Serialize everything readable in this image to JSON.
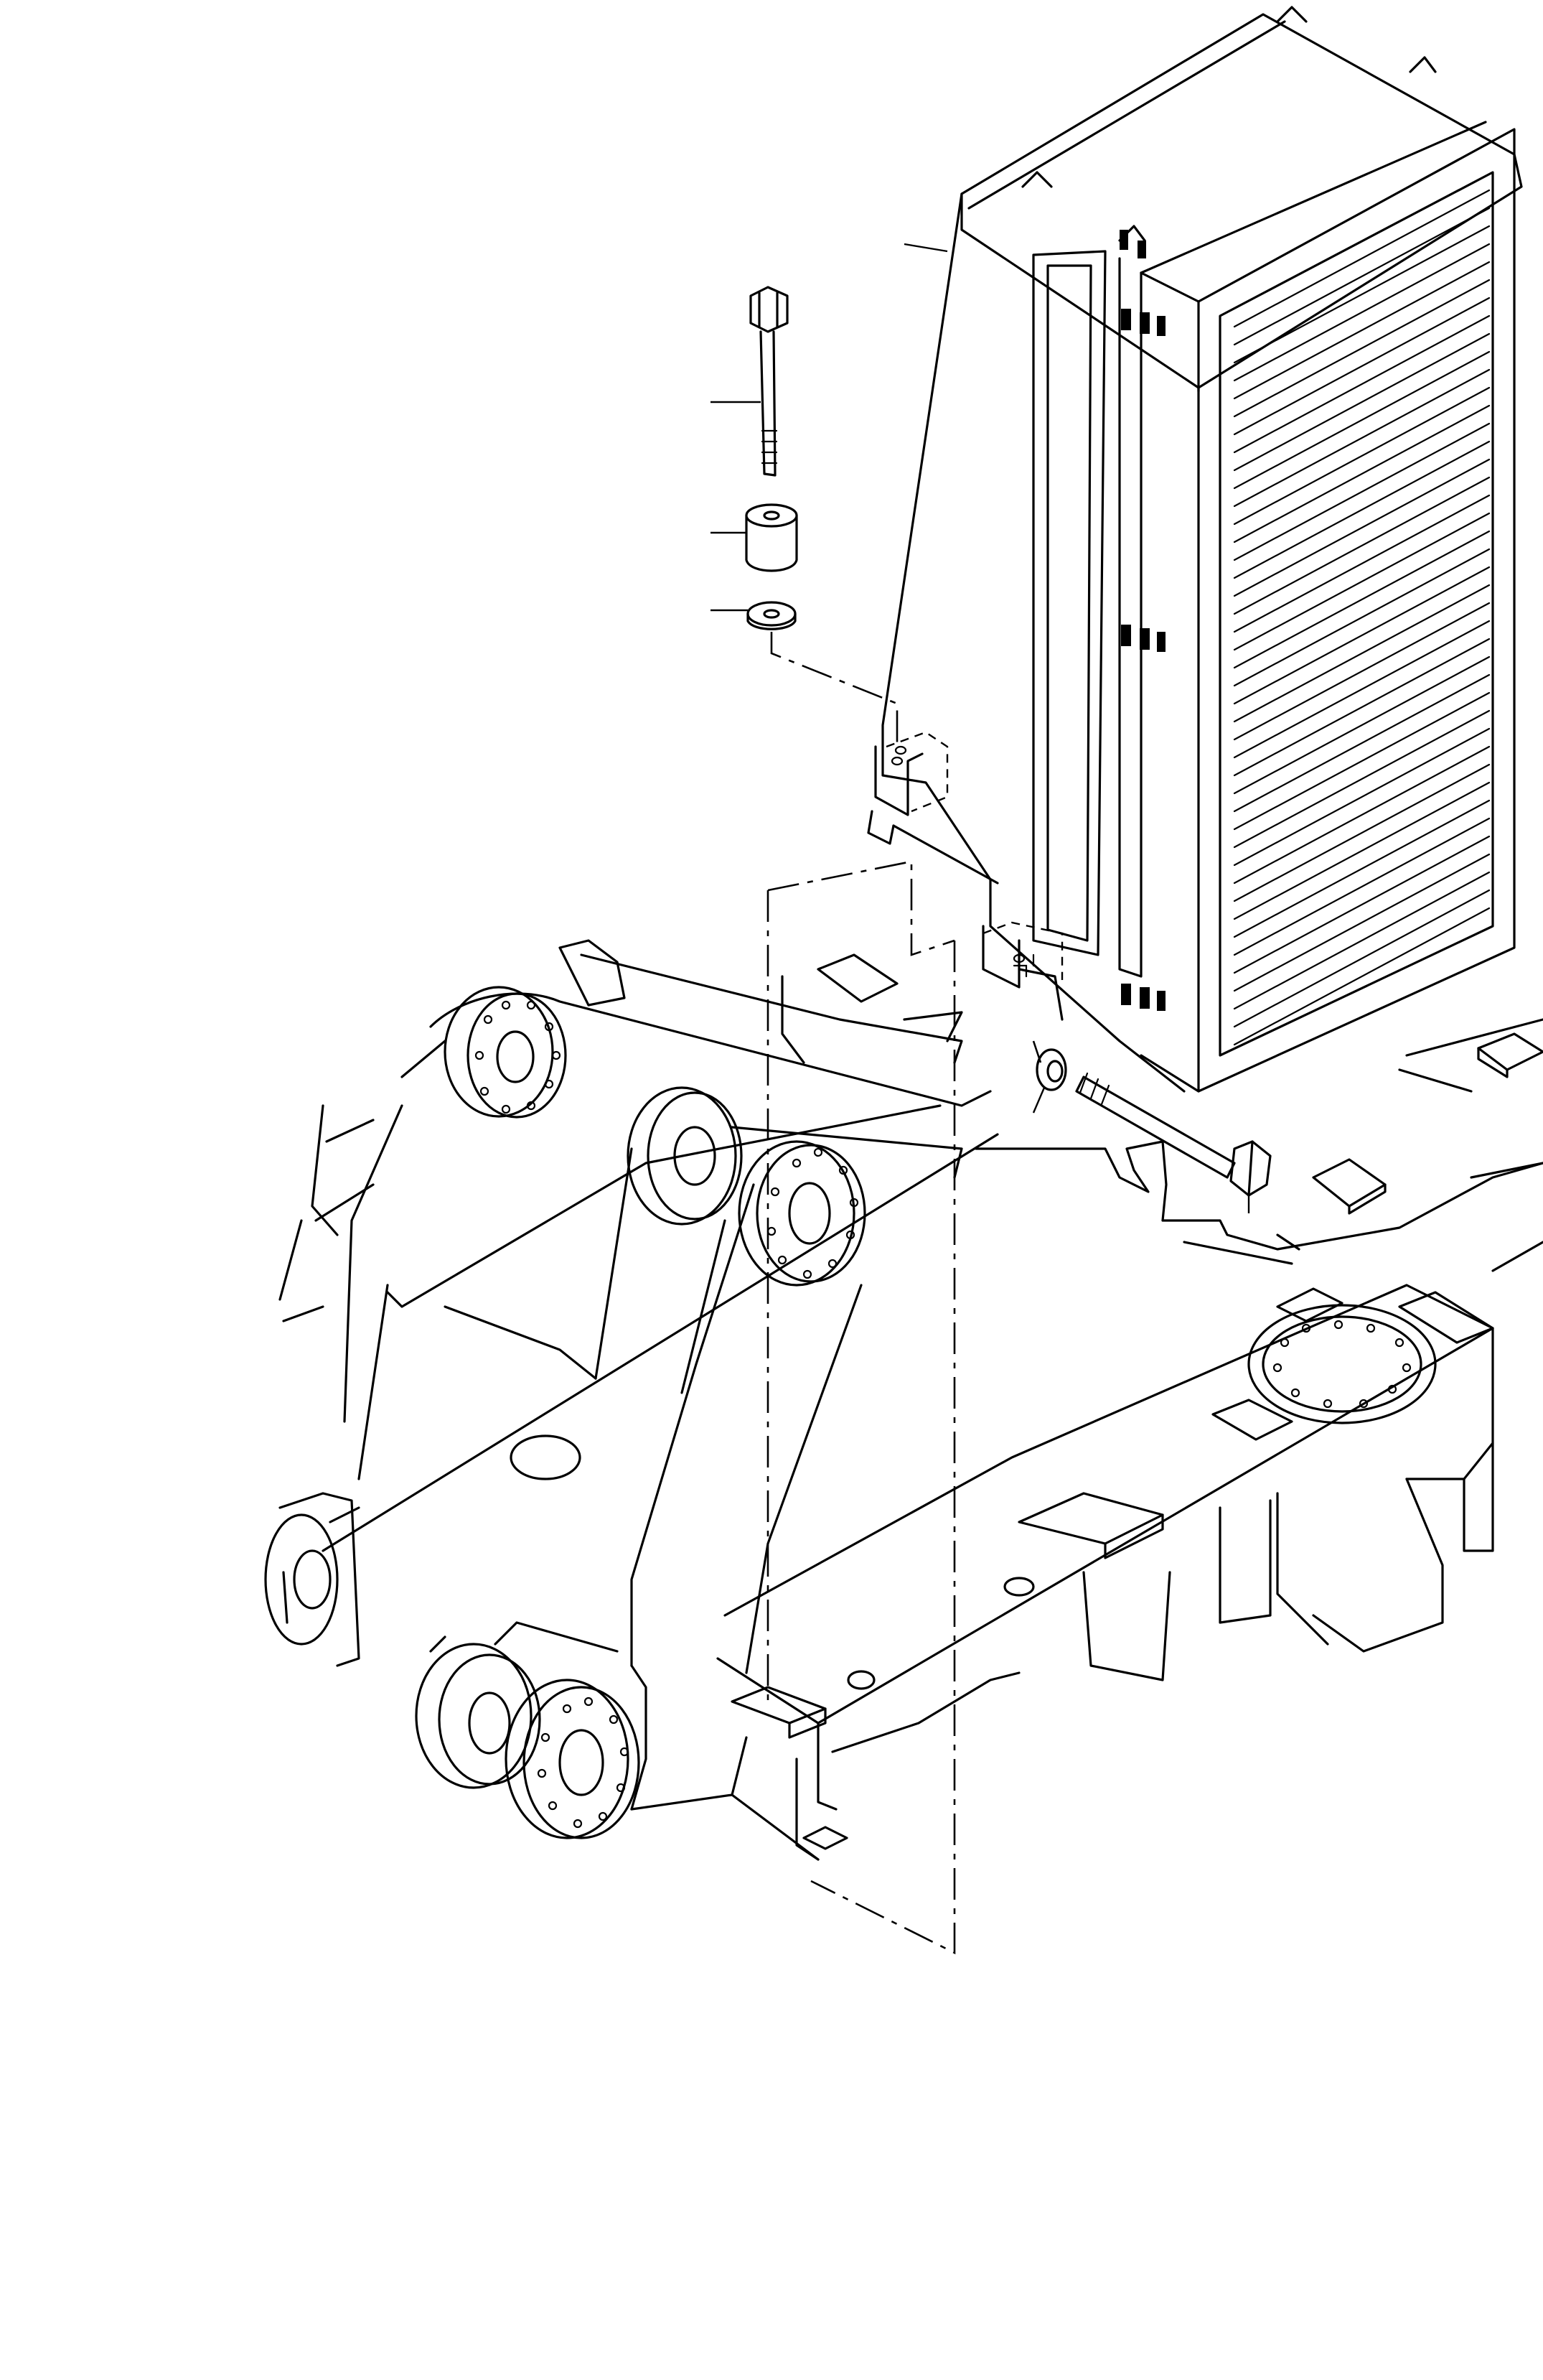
{
  "figure": {
    "kind": "exploded parts view",
    "parts": [
      {
        "id": "radiator-assembly",
        "icon": "radiator-icon"
      },
      {
        "id": "upper-mount-bolt",
        "icon": "bolt-icon"
      },
      {
        "id": "rubber-cushion",
        "icon": "cushion-icon"
      },
      {
        "id": "flat-washer",
        "icon": "washer-icon"
      },
      {
        "id": "lower-mount-washer",
        "icon": "washer-icon"
      },
      {
        "id": "lower-mount-bolt",
        "icon": "bolt-icon"
      },
      {
        "id": "revolving-frame",
        "icon": "frame-icon"
      }
    ],
    "callouts_have_numbers": false
  }
}
